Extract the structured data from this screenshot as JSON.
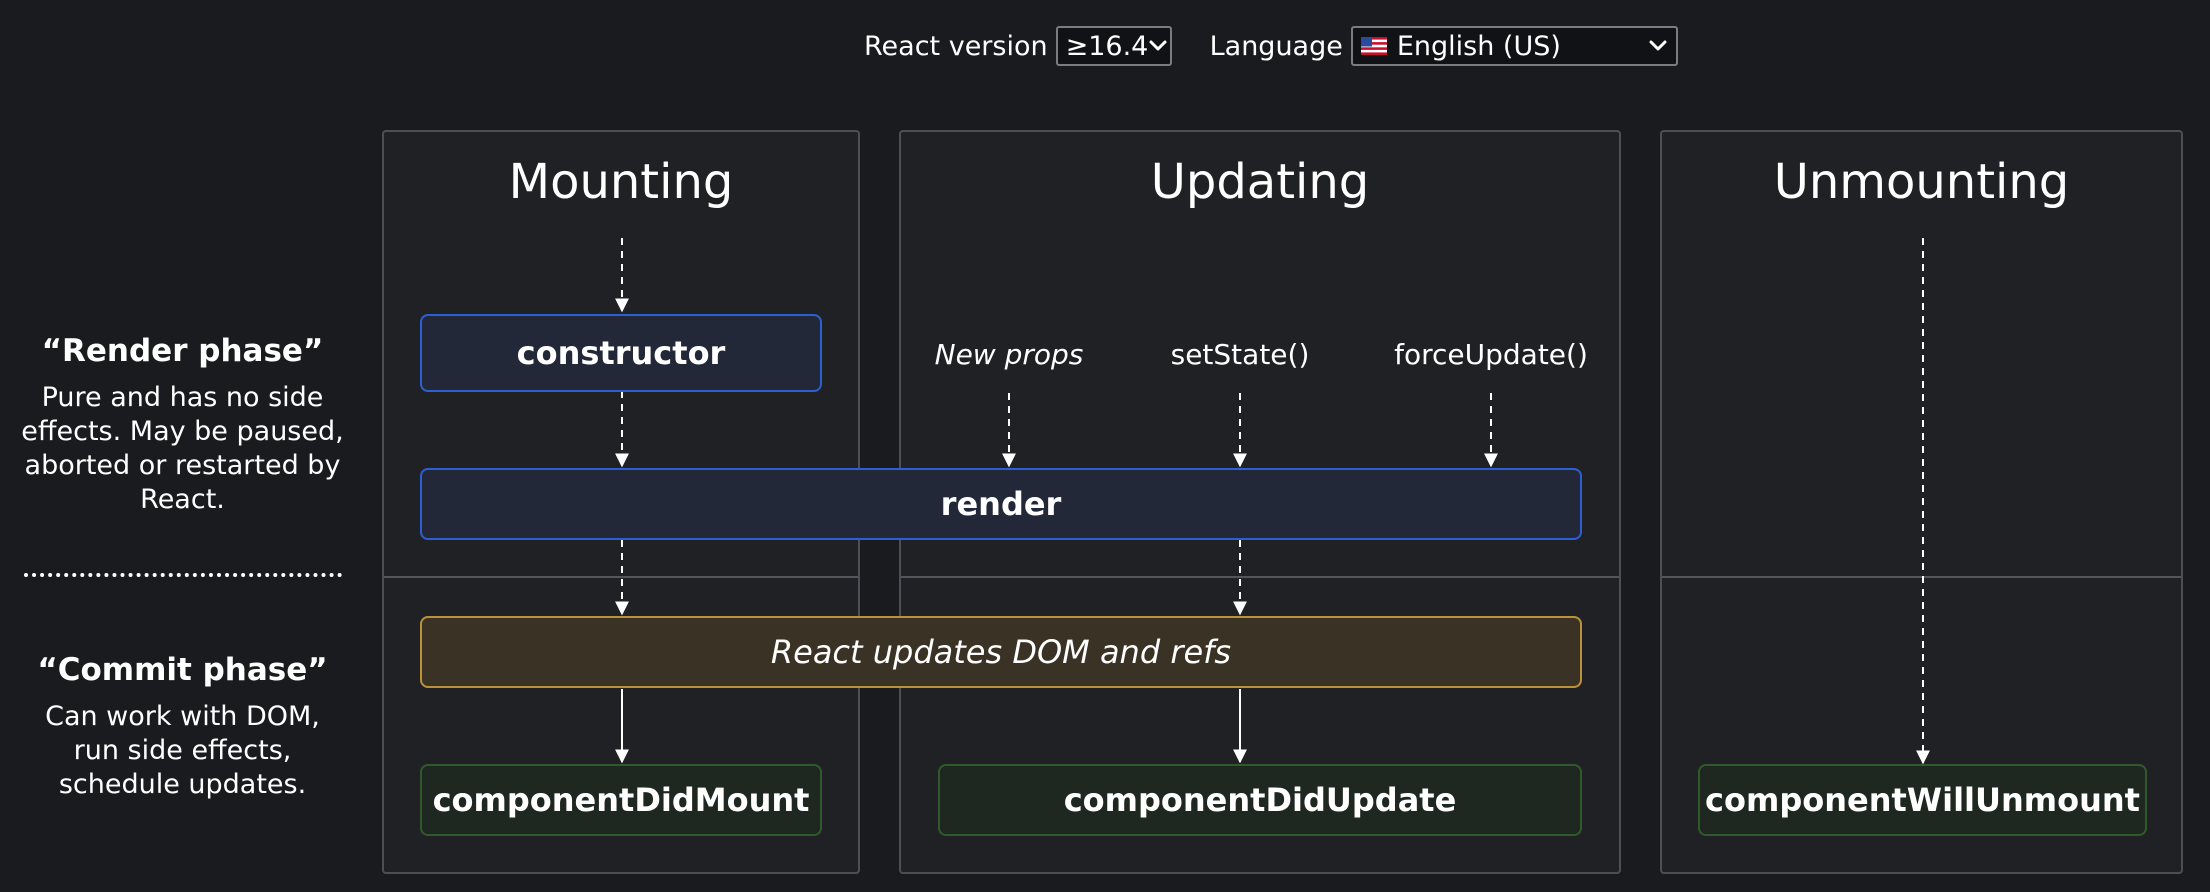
{
  "controls": {
    "version_label": "React version",
    "version_value": "≥16.4",
    "language_label": "Language",
    "language_value": "English (US)"
  },
  "columns": {
    "mounting": "Mounting",
    "updating": "Updating",
    "unmounting": "Unmounting"
  },
  "phases": {
    "render_title": "“Render phase”",
    "render_desc": "Pure and has no side effects. May be paused, aborted or restarted by React.",
    "commit_title": "“Commit phase”",
    "commit_desc": "Can work with DOM, run side effects, schedule updates."
  },
  "boxes": {
    "constructor": "constructor",
    "render": "render",
    "react_updates": "React updates DOM and refs",
    "did_mount": "componentDidMount",
    "did_update": "componentDidUpdate",
    "will_unmount": "componentWillUnmount"
  },
  "triggers": {
    "new_props": "New props",
    "set_state": "setState()",
    "force_update": "forceUpdate()"
  },
  "colors": {
    "background": "#1a1b1f",
    "column_bg": "#202125",
    "column_border": "#4e4f55",
    "render_border": "#2c5fd1",
    "commit_border": "#b9923a",
    "did_border": "#315a2c"
  }
}
